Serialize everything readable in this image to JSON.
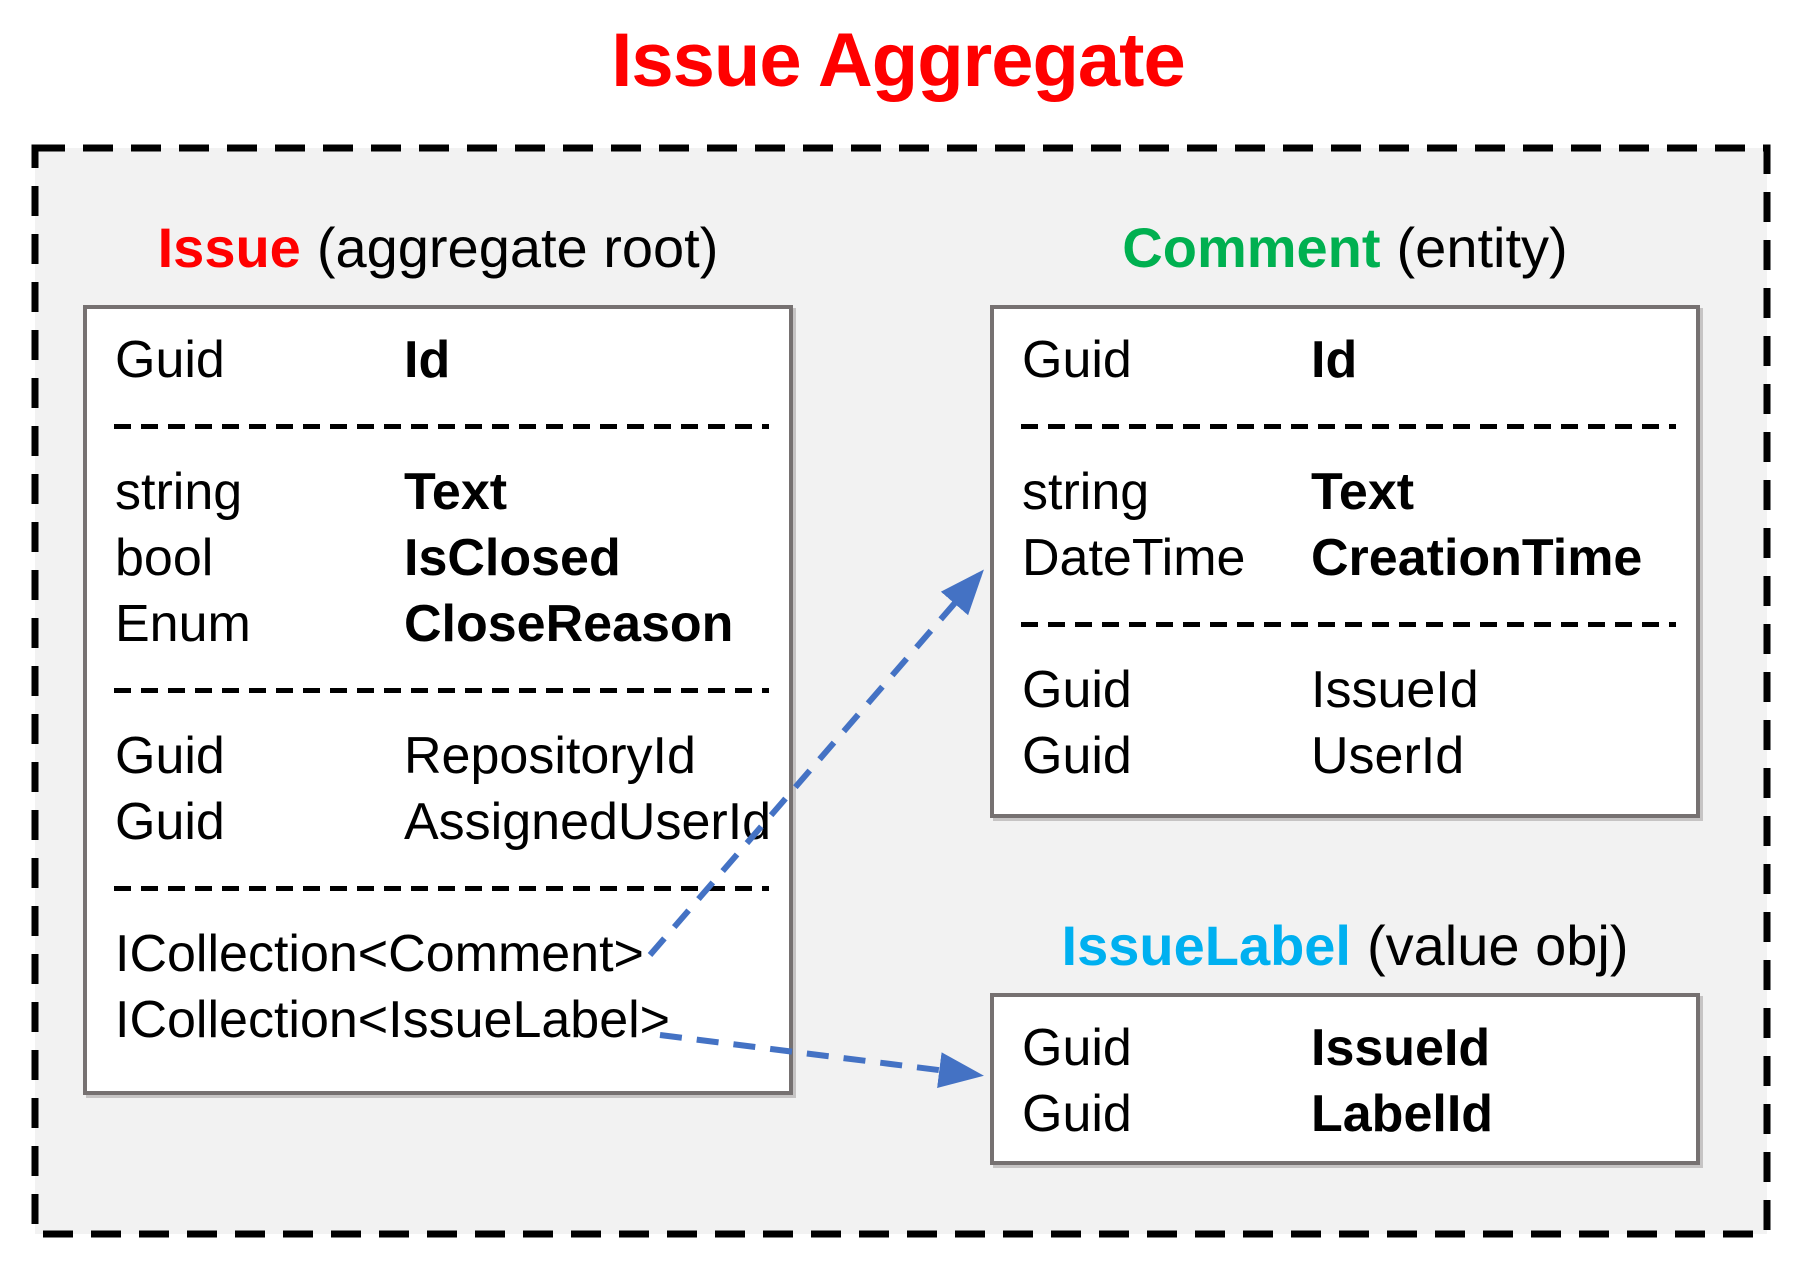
{
  "title": {
    "text": "Issue Aggregate",
    "color": "#FF0000"
  },
  "aggregate_boundary": {
    "description": "dashed rectangle grouping the aggregate",
    "border_style": "dashed",
    "border_color": "#000000",
    "fill_color": "#F2F2F2"
  },
  "boxes": {
    "issue": {
      "heading": {
        "name": "Issue",
        "note": "(aggregate root)",
        "name_color": "#FF0000"
      },
      "rows": [
        {
          "kind": "field",
          "type": "Guid",
          "name": "Id",
          "emphasis": "bold"
        },
        {
          "kind": "separator"
        },
        {
          "kind": "field",
          "type": "string",
          "name": "Text",
          "emphasis": "bold"
        },
        {
          "kind": "field",
          "type": "bool",
          "name": "IsClosed",
          "emphasis": "bold"
        },
        {
          "kind": "field",
          "type": "Enum",
          "name": "CloseReason",
          "emphasis": "bold"
        },
        {
          "kind": "separator"
        },
        {
          "kind": "field",
          "type": "Guid",
          "name": "RepositoryId",
          "emphasis": "normal"
        },
        {
          "kind": "field",
          "type": "Guid",
          "name": "AssignedUserId",
          "emphasis": "normal"
        },
        {
          "kind": "separator"
        },
        {
          "kind": "collection",
          "text": "ICollection<Comment>"
        },
        {
          "kind": "collection",
          "text": "ICollection<IssueLabel>"
        }
      ]
    },
    "comment": {
      "heading": {
        "name": "Comment",
        "note": "(entity)",
        "name_color": "#00B050"
      },
      "rows": [
        {
          "kind": "field",
          "type": "Guid",
          "name": "Id",
          "emphasis": "bold"
        },
        {
          "kind": "separator"
        },
        {
          "kind": "field",
          "type": "string",
          "name": "Text",
          "emphasis": "bold"
        },
        {
          "kind": "field",
          "type": "DateTime",
          "name": "CreationTime",
          "emphasis": "bold"
        },
        {
          "kind": "separator"
        },
        {
          "kind": "field",
          "type": "Guid",
          "name": "IssueId",
          "emphasis": "normal"
        },
        {
          "kind": "field",
          "type": "Guid",
          "name": "UserId",
          "emphasis": "normal"
        }
      ]
    },
    "issue_label": {
      "heading": {
        "name": "IssueLabel",
        "note": "(value obj)",
        "name_color": "#00B0F0"
      },
      "rows": [
        {
          "kind": "field",
          "type": "Guid",
          "name": "IssueId",
          "emphasis": "bold"
        },
        {
          "kind": "field",
          "type": "Guid",
          "name": "LabelId",
          "emphasis": "bold"
        }
      ]
    }
  },
  "arrows": [
    {
      "from": "Issue.ICollection<Comment>",
      "to": "Comment",
      "color": "#4472C4",
      "style": "dashed"
    },
    {
      "from": "Issue.ICollection<IssueLabel>",
      "to": "IssueLabel",
      "color": "#4472C4",
      "style": "dashed"
    }
  ]
}
